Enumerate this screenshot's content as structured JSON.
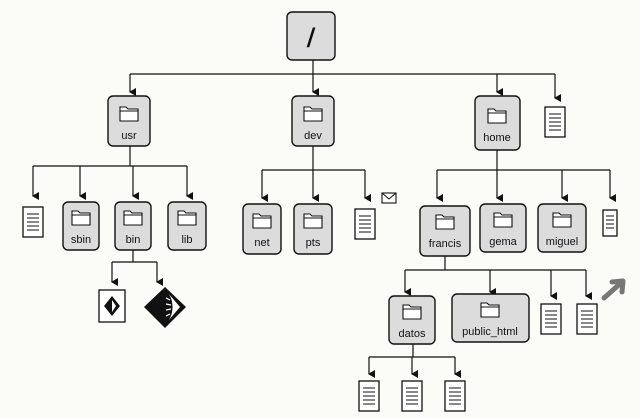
{
  "diagram": {
    "root": {
      "label": "/",
      "icon": "none"
    },
    "dirs": {
      "usr": "usr",
      "dev": "dev",
      "home": "home",
      "sbin": "sbin",
      "bin": "bin",
      "lib": "lib",
      "net": "net",
      "pts": "pts",
      "francis": "francis",
      "gema": "gema",
      "miguel": "miguel",
      "datos": "datos",
      "public_html": "public_html"
    },
    "icons": {
      "folder": "folder-icon",
      "file": "document-icon",
      "mail": "envelope-icon",
      "executable_a": "diamond-executable-icon",
      "executable_b": "gear-executable-icon",
      "pointer": "arrow-pointer-icon"
    },
    "colors": {
      "node_fill": "#dcdcdc",
      "stroke": "#111111",
      "background": "#fbfbf8"
    }
  }
}
